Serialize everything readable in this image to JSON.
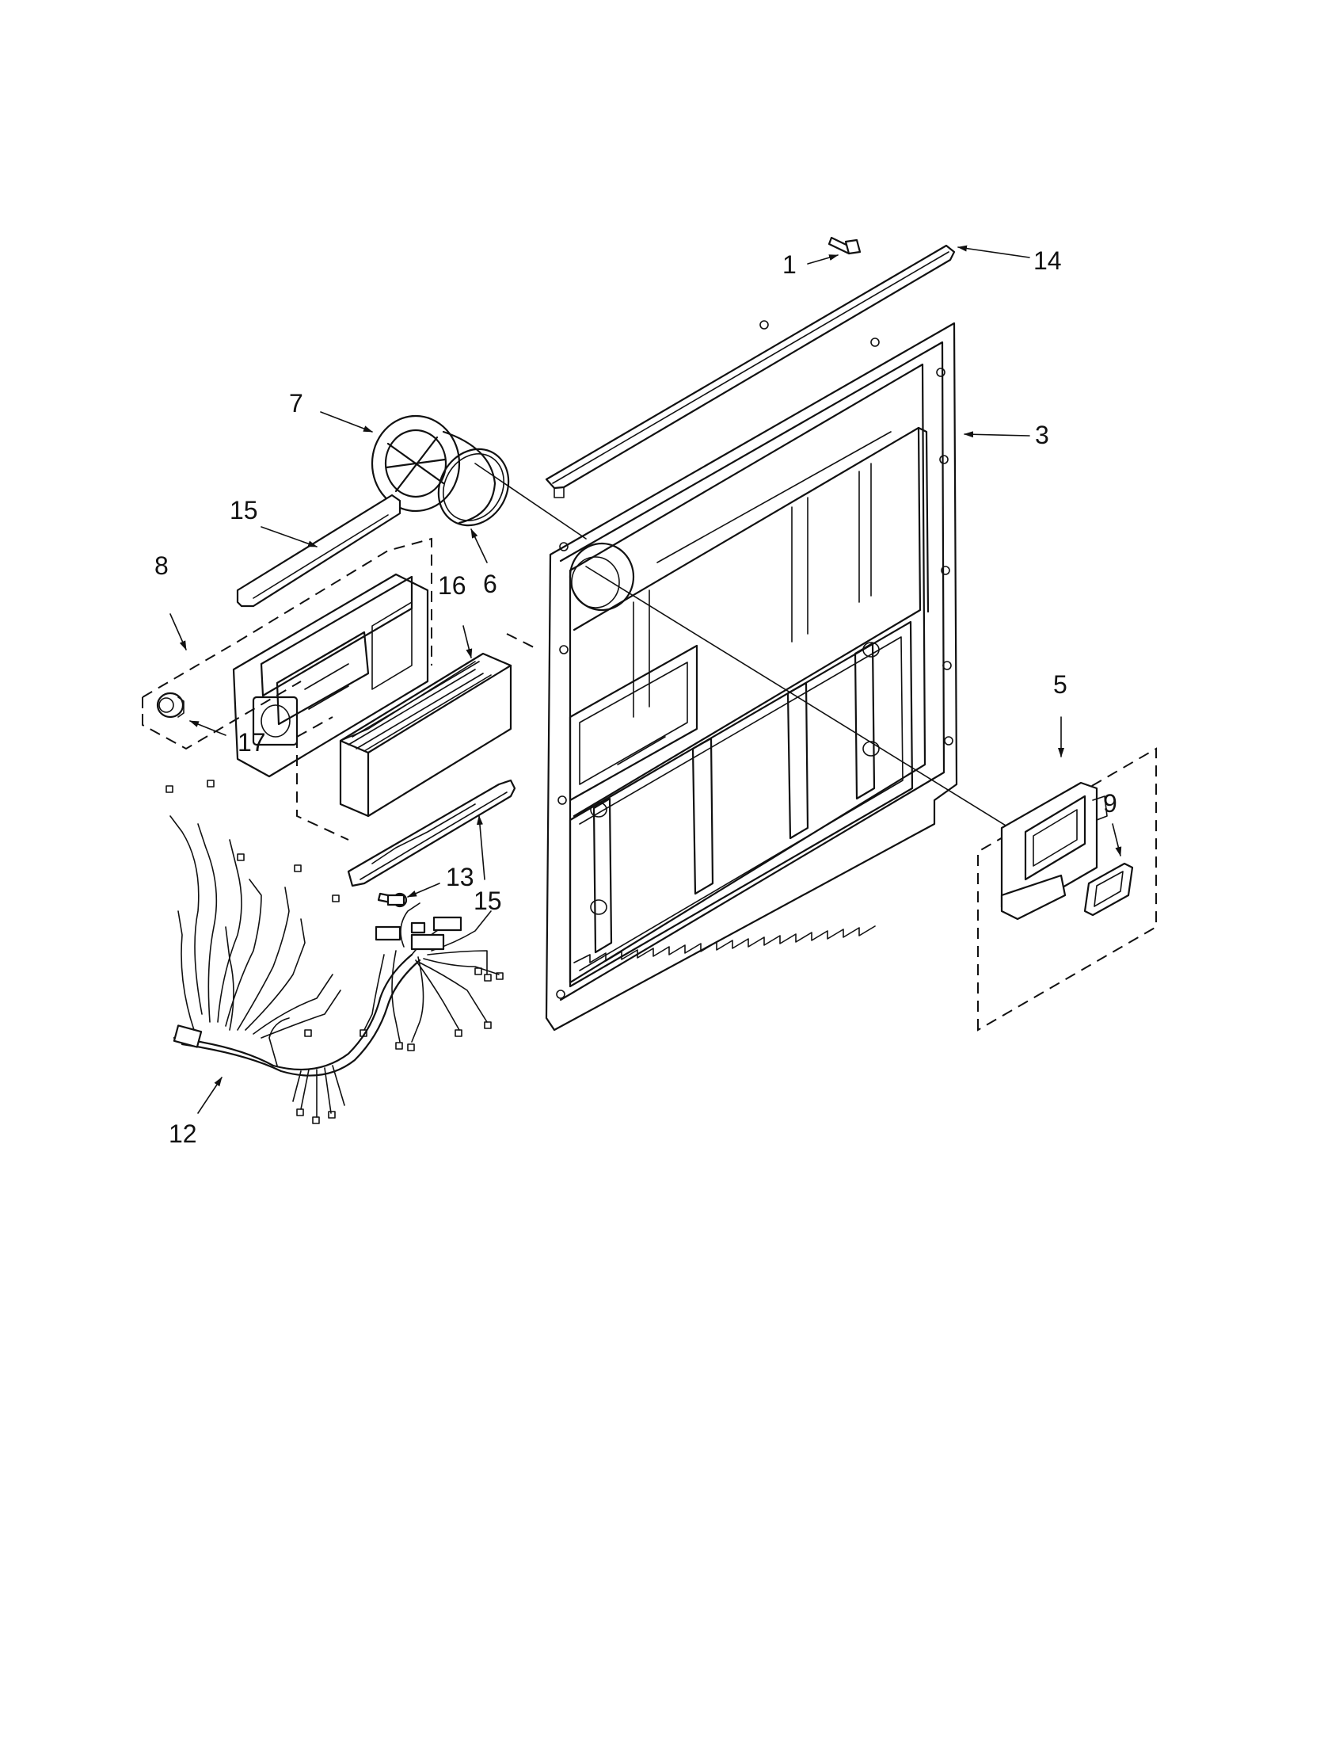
{
  "callouts": {
    "c1": "1",
    "c14": "14",
    "c3": "3",
    "c7": "7",
    "c15a": "15",
    "c6": "6",
    "c8": "8",
    "c16": "16",
    "c17": "17",
    "c5": "5",
    "c9": "9",
    "c13": "13",
    "c15b": "15",
    "c12": "12"
  }
}
